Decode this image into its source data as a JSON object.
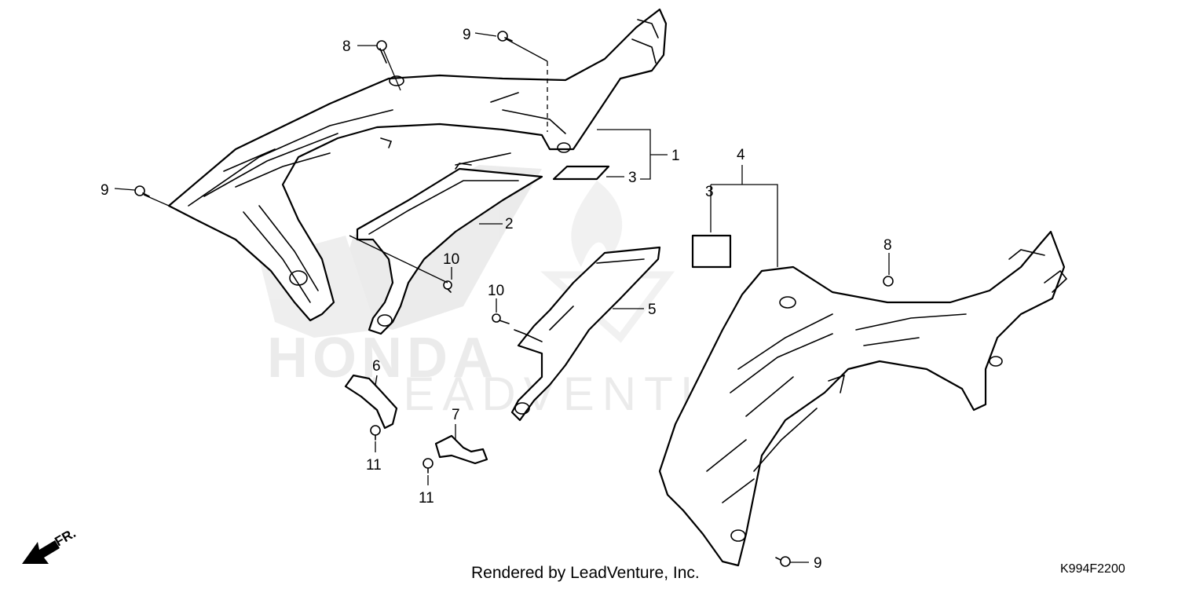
{
  "callouts": {
    "c1": "1",
    "c2": "2",
    "c3a": "3",
    "c3b": "3",
    "c4": "4",
    "c5": "5",
    "c6": "6",
    "c7": "7",
    "c8a": "8",
    "c8b": "8",
    "c9a": "9",
    "c9b": "9",
    "c9c": "9",
    "c10a": "10",
    "c10b": "10",
    "c11a": "11",
    "c11b": "11"
  },
  "direction_label": "FR.",
  "footer": {
    "credit": "Rendered by LeadVenture, Inc.",
    "diagram_code": "K994F2200"
  },
  "watermark": {
    "brand": "HONDA",
    "company": "LEADVENTURE"
  }
}
